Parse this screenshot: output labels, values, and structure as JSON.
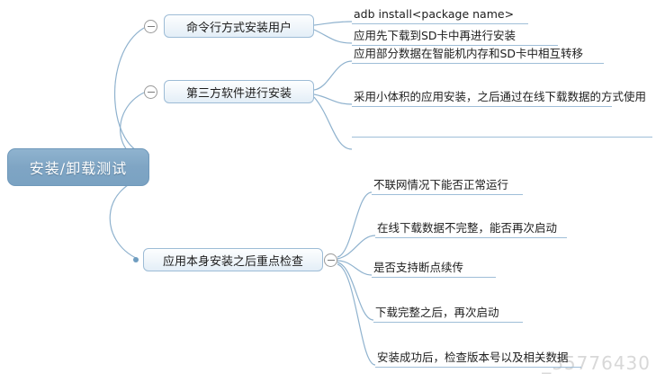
{
  "diagram": {
    "type": "mindmap",
    "root": {
      "label": "安装/卸载测试",
      "color": "#7FA5C4"
    },
    "branches": [
      {
        "label": "命令行方式安装用户",
        "collapse_icon": "minus-circle-icon",
        "leaves": [
          {
            "label": "adb install<package name>"
          },
          {
            "label": "应用先下载到SD卡中再进行安装"
          }
        ]
      },
      {
        "label": "第三方软件进行安装",
        "collapse_icon": "minus-circle-icon",
        "leaves": [
          {
            "label": "应用部分数据在智能机内存和SD卡中相互转移"
          },
          {
            "label": "采用小体积的应用安装，之后通过在线下载数据的方式使用"
          }
        ]
      },
      {
        "label": "应用本身安装之后重点检查",
        "collapse_icon": "minus-circle-icon",
        "leaves": [
          {
            "label": "不联网情况下能否正常运行"
          },
          {
            "label": "在线下载数据不完整，能否再次启动"
          },
          {
            "label": "是否支持断点续传"
          },
          {
            "label": "下载完整之后，再次启动"
          },
          {
            "label": "安装成功后，检查版本号以及相关数据"
          }
        ]
      }
    ],
    "watermark": "_35776430",
    "colors": {
      "root_fill": "#7FA5C4",
      "node_border": "#9dbcd6",
      "connector": "#8FB2CE",
      "text": "#1d1d1d"
    }
  }
}
